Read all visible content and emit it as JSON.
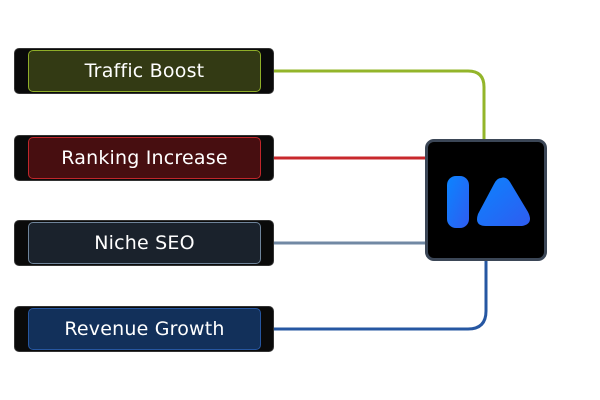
{
  "nodes": [
    {
      "label": "Traffic Boost",
      "fill": "#333a14",
      "stroke": "#8fae28",
      "line": "#93b52a"
    },
    {
      "label": "Ranking Increase",
      "fill": "#470e10",
      "stroke": "#c0262b",
      "line": "#c8282c"
    },
    {
      "label": "Niche SEO",
      "fill": "#1a222c",
      "stroke": "#6f849a",
      "line": "#7189a4"
    },
    {
      "label": "Revenue Growth",
      "fill": "#12305a",
      "stroke": "#2656a0",
      "line": "#2657a2"
    }
  ],
  "hub": {
    "icon": "brand-logo-icon",
    "gradient": [
      "#0b84ff",
      "#2f5cf0"
    ]
  }
}
